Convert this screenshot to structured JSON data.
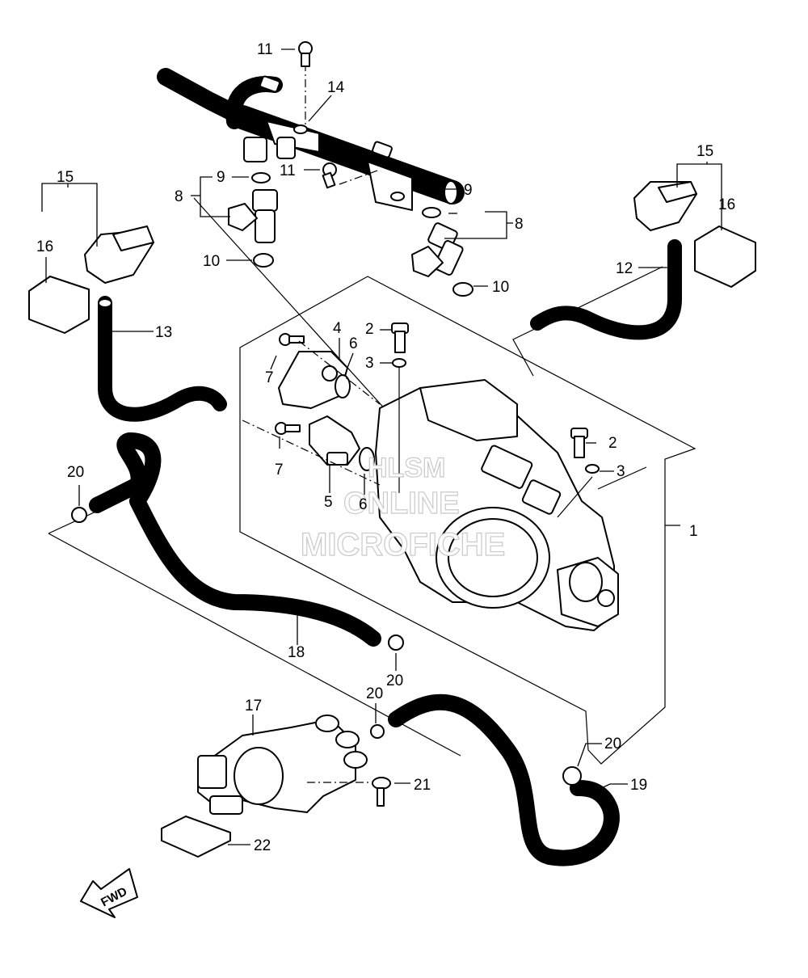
{
  "callouts": {
    "c1": "1",
    "c2a": "2",
    "c2b": "2",
    "c3a": "3",
    "c3b": "3",
    "c4": "4",
    "c5": "5",
    "c6a": "6",
    "c6b": "6",
    "c7a": "7",
    "c7b": "7",
    "c8a": "8",
    "c8b": "8",
    "c9a": "9",
    "c9b": "9",
    "c10a": "10",
    "c10b": "10",
    "c11a": "11",
    "c11b": "11",
    "c12": "12",
    "c13": "13",
    "c14": "14",
    "c15a": "15",
    "c15b": "15",
    "c16a": "16",
    "c16b": "16",
    "c17": "17",
    "c18": "18",
    "c19": "19",
    "c20a": "20",
    "c20b": "20",
    "c20c": "20",
    "c20d": "20",
    "c21": "21",
    "c22": "22"
  },
  "fwd_label": "FWD",
  "watermark": {
    "line1": "HLSM",
    "line2": "ONLINE",
    "line3": "MICROFICHE"
  }
}
